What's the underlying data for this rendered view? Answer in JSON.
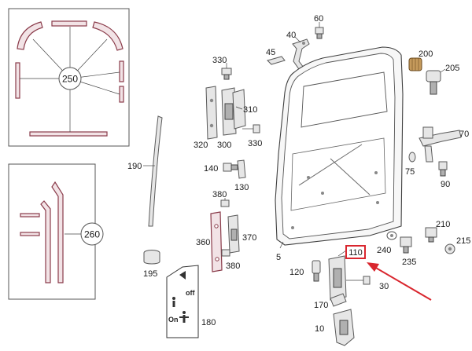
{
  "diagram": {
    "labels": {
      "p250": "250",
      "p260": "260",
      "p190": "190",
      "p195": "195",
      "p180": "180",
      "p60": "60",
      "p40": "40",
      "p45": "45",
      "p200": "200",
      "p205": "205",
      "p330a": "330",
      "p310": "310",
      "p320": "320",
      "p300": "300",
      "p330b": "330",
      "p70": "70",
      "p75": "75",
      "p90": "90",
      "p140": "140",
      "p130": "130",
      "p380a": "380",
      "p360": "360",
      "p370": "370",
      "p380b": "380",
      "p5": "5",
      "p110": "110",
      "p120": "120",
      "p30": "30",
      "p170": "170",
      "p10": "10",
      "p240": "240",
      "p235": "235",
      "p210": "210",
      "p215": "215"
    },
    "highlight": {
      "part": "110",
      "color": "#d9262e"
    },
    "sticker": {
      "line1": "off",
      "line2": "On"
    },
    "icons": {
      "sticker_person": "person-warning-icon",
      "arrow": "red-pointer-arrow"
    }
  }
}
